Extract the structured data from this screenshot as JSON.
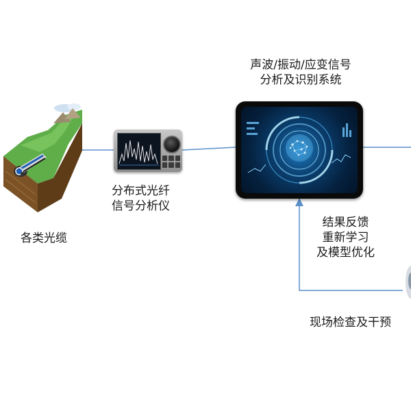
{
  "labels": {
    "cables": "各类光缆",
    "analyzer_line1": "分布式光纤",
    "analyzer_line2": "信号分析仪",
    "system_line1": "声波/振动/应变信号",
    "system_line2": "分析及识别系统",
    "feedback_line1": "结果反馈",
    "feedback_line2": "重新学习",
    "feedback_line3": "及模型优化",
    "inspection": "现场检查及干预"
  },
  "colors": {
    "connector": "#5b8fc9",
    "text": "#1a1a1a"
  }
}
